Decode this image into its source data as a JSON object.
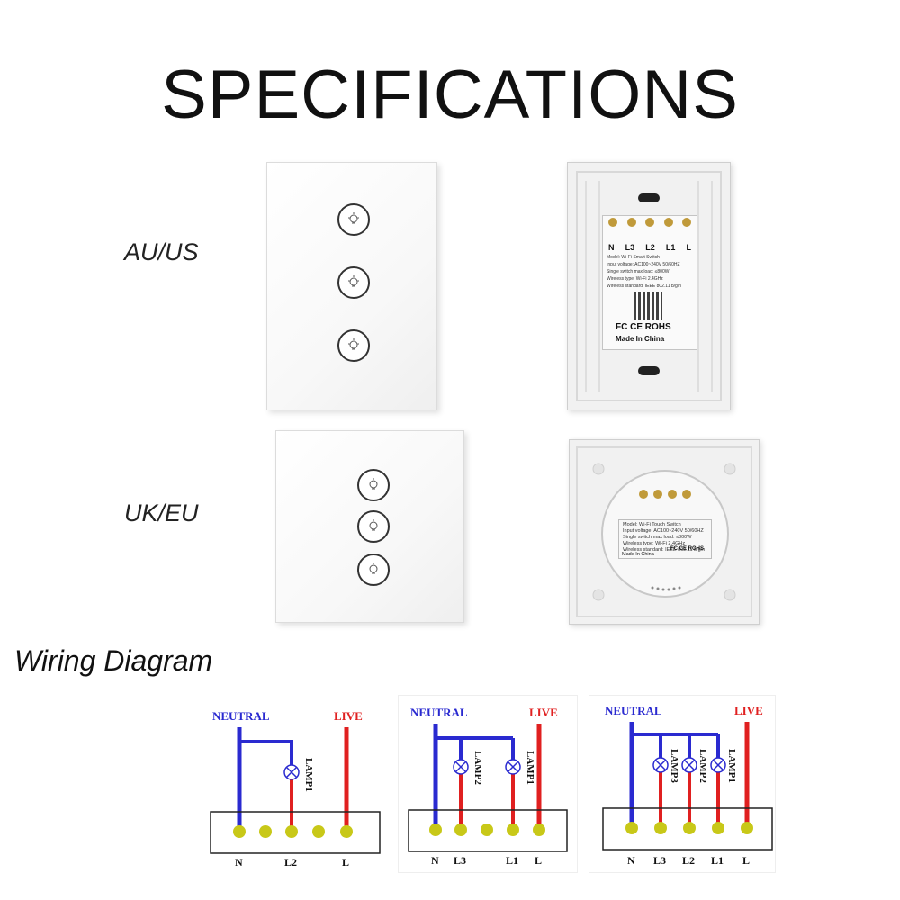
{
  "title": "SPECIFICATIONS",
  "variants": [
    {
      "label": "AU/US"
    },
    {
      "label": "UK/EU"
    }
  ],
  "au_back": {
    "terminals": [
      "N",
      "L3",
      "L2",
      "L1",
      "L"
    ],
    "lines": [
      "Model:  Wi-Fi Smart Switch",
      "Input voltage:  AC100~240V  50/60HZ",
      "Single switch max load:  ≤800W",
      "Wireless type:  Wi-Fi 2.4GHz",
      "Wireless standard:  IEEE 802.11 b/g/n"
    ],
    "certs": "FC CE ROHS",
    "made_in": "Made In China"
  },
  "eu_back": {
    "lines": [
      "Model:  Wi-Fi Touch Switch",
      "Input voltage:  AC100~240V  50/60HZ",
      "Single switch max load:  ≤800W",
      "Wireless type:  Wi-Fi 2.4GHz",
      "Wireless standard:  IEEE 802.11 b/g/n"
    ],
    "certs": "FC CE ROHS",
    "made_in": "Made In China"
  },
  "wiring_title": "Wiring Diagram",
  "diagrams": [
    {
      "neutral": "NEUTRAL",
      "live": "LIVE",
      "lamps": [
        "LAMP1"
      ],
      "terminals": [
        "N",
        "L2",
        "L"
      ]
    },
    {
      "neutral": "NEUTRAL",
      "live": "LIVE",
      "lamps": [
        "LAMP2",
        "LAMP1"
      ],
      "terminals": [
        "N",
        "L3",
        "L1",
        "L"
      ]
    },
    {
      "neutral": "NEUTRAL",
      "live": "LIVE",
      "lamps": [
        "LAMP3",
        "LAMP2",
        "LAMP1"
      ],
      "terminals": [
        "N",
        "L3",
        "L2",
        "L1",
        "L"
      ]
    }
  ],
  "colors": {
    "neutral": "#2a2ad0",
    "live": "#e02020",
    "terminal": "#c8c818"
  }
}
